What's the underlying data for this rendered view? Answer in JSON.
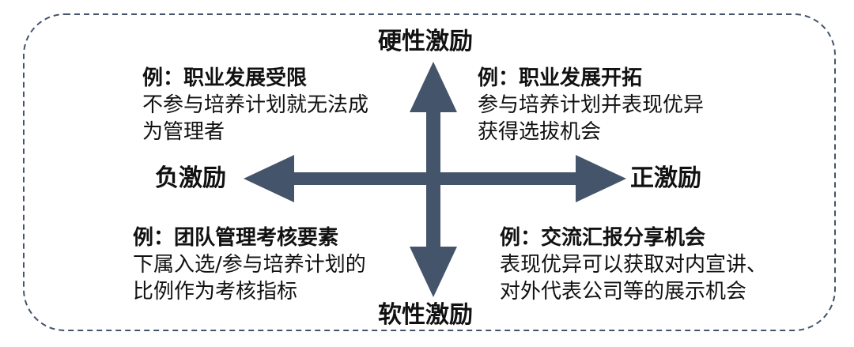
{
  "axes": {
    "top": "硬性激励",
    "bottom": "软性激励",
    "left": "负激励",
    "right": "正激励"
  },
  "quadrants": {
    "top_left": {
      "title": "例：职业发展受限",
      "lines": [
        "不参与培养计划就无法成",
        "为管理者"
      ]
    },
    "top_right": {
      "title": "例：职业发展开拓",
      "lines": [
        "参与培养计划并表现优异",
        "获得选拔机会"
      ]
    },
    "bottom_left": {
      "title": "例：团队管理考核要素",
      "lines": [
        "下属入选/参与培养计划的",
        "比例作为考核指标"
      ]
    },
    "bottom_right": {
      "title": "例：交流汇报分享机会",
      "lines": [
        "表现优异可以获取对内宣讲、",
        "对外代表公司等的展示机会"
      ]
    }
  },
  "colors": {
    "arrow": "#44546a",
    "frame_border": "#44546a"
  }
}
